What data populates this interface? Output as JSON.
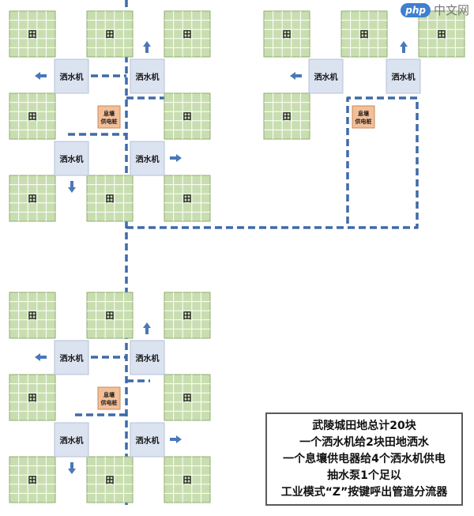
{
  "labels": {
    "field": "田",
    "sprinkler": "洒水机",
    "generator_line1": "息壤",
    "generator_line2": "供电桩"
  },
  "notes": [
    "武陵城田地总计20块",
    "一个洒水机给2块田地洒水",
    "一个息壤供电器给4个洒水机供电",
    "抽水泵1个足以",
    "工业模式“Z”按键呼出管道分流器"
  ],
  "watermark": {
    "badge": "php",
    "text": "中文网"
  },
  "colors": {
    "field_fill": "#c9deb0",
    "field_grid": "#ffffff",
    "field_border": "#8fae6c",
    "sprinkler_fill": "#dbe2f0",
    "sprinkler_border": "#b6c1d8",
    "generator_fill": "#f2bf98",
    "generator_border": "#c98a5c",
    "pipe": "#3f6aa8",
    "arrow": "#4a78b8"
  }
}
